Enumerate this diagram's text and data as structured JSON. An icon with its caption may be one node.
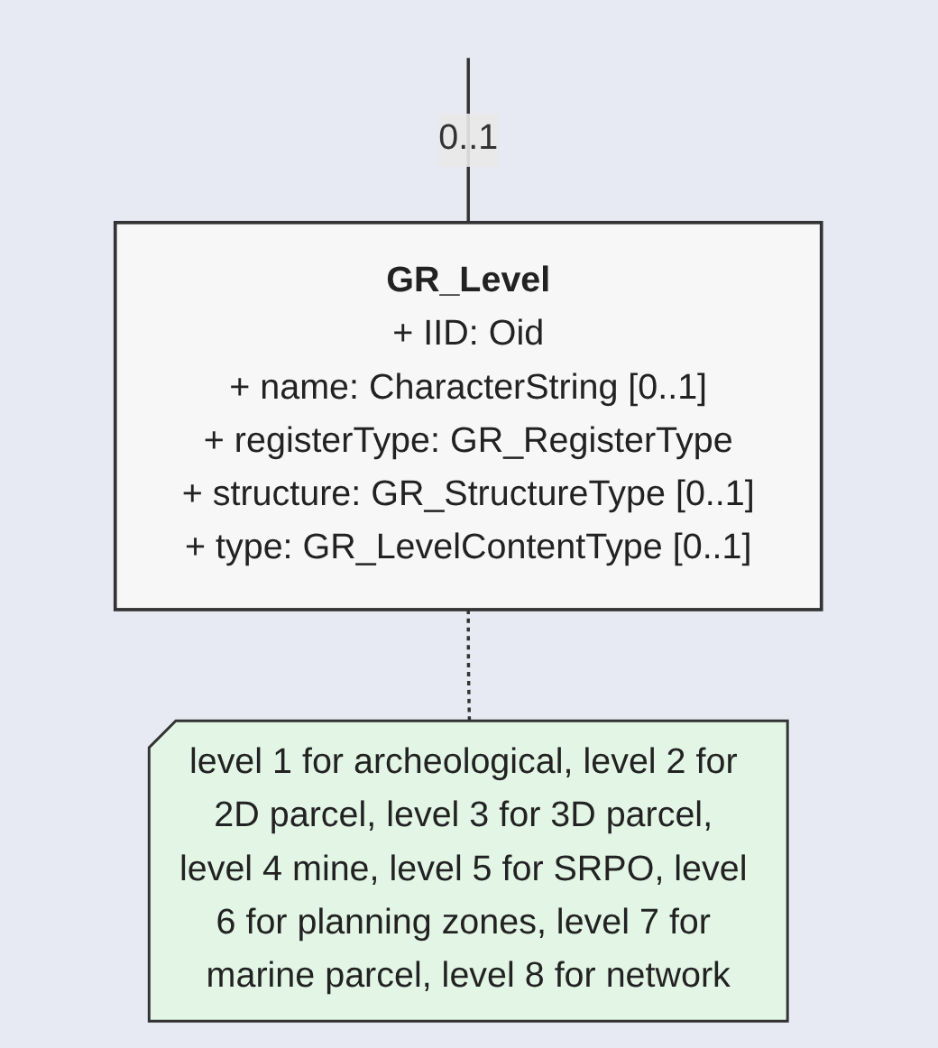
{
  "diagram": {
    "nodes": [
      {
        "text": [
          "GR_Level",
          "+ IID: Oid",
          "+ name: CharacterString [0..1]",
          "+ registerType: GR_RegisterType",
          "+ structure: GR_StructureType [0..1]",
          "+ type: GR_LevelContentType [0..1]"
        ]
      },
      {
        "text": [
          "level 1 for archeological, level 2 for 2D parcel, level 3 for 3D parcel, level 4 mine, level 5 for SRPO, level 6 for planning zones, level 7 for marine parcel, level 8 for network"
        ]
      }
    ],
    "edges": [
      {
        "from": null,
        "to": 0,
        "arrow": "none",
        "label": "0..1"
      },
      {
        "from": 0,
        "to": 1,
        "arrow": "none",
        "style": "dashed"
      }
    ]
  }
}
